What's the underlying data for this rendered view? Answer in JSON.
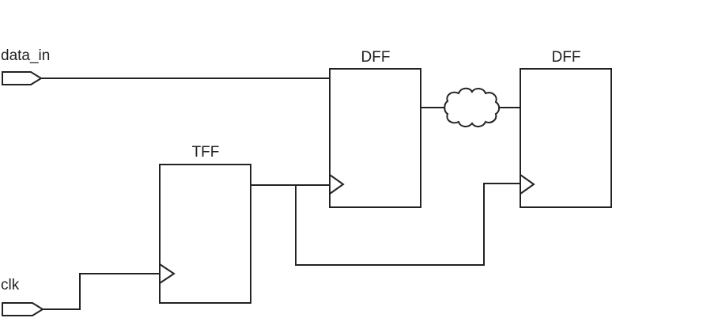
{
  "diagram": {
    "type": "circuit-schematic",
    "colors": {
      "stroke": "#222222",
      "background": "#ffffff"
    },
    "ports": [
      {
        "id": "data_in",
        "label": "data_in",
        "direction": "input"
      },
      {
        "id": "clk",
        "label": "clk",
        "direction": "input"
      }
    ],
    "blocks": [
      {
        "id": "tff",
        "label": "TFF",
        "clock_input": true
      },
      {
        "id": "dff1",
        "label": "DFF",
        "clock_input": true
      },
      {
        "id": "dff2",
        "label": "DFF",
        "clock_input": true
      }
    ],
    "clouds": [
      {
        "id": "logic-cloud",
        "meaning": "combinational logic"
      }
    ],
    "connections": [
      {
        "from": "data_in",
        "to": "dff1.D"
      },
      {
        "from": "clk",
        "to": "tff.clk"
      },
      {
        "from": "tff.Q",
        "to": "dff1.clk"
      },
      {
        "from": "tff.Q",
        "to": "dff2.clk"
      },
      {
        "from": "dff1.Q",
        "to": "logic-cloud"
      },
      {
        "from": "logic-cloud",
        "to": "dff2.D"
      }
    ]
  }
}
